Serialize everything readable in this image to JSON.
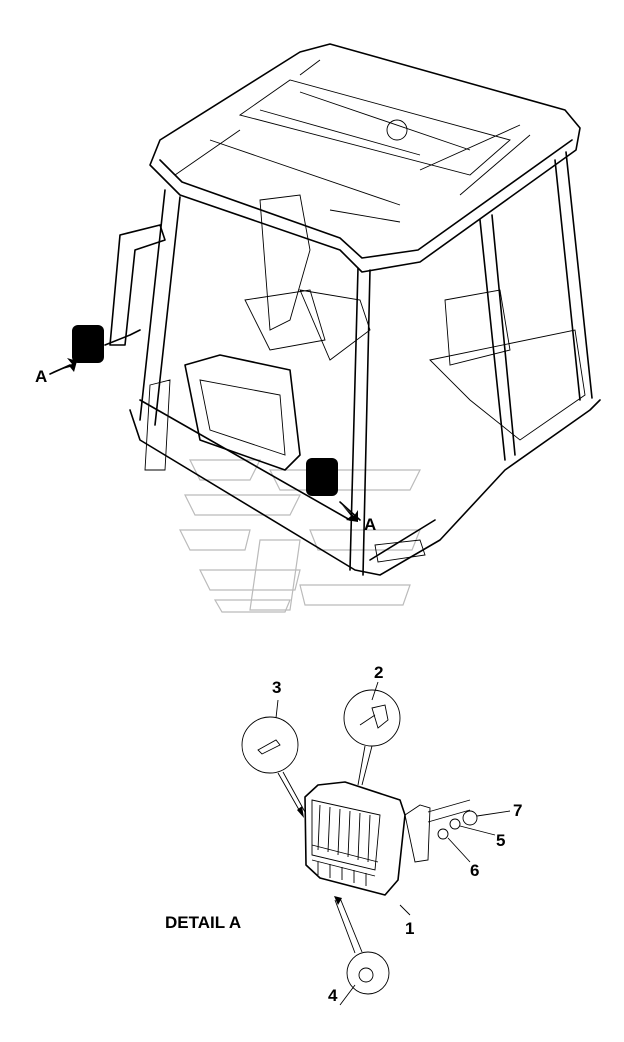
{
  "view_labels": {
    "arrow_left": "A",
    "arrow_right": "A"
  },
  "detail": {
    "title": "DETAIL A"
  },
  "callouts": {
    "c1": "1",
    "c2": "2",
    "c3": "3",
    "c4": "4",
    "c5": "5",
    "c6": "6",
    "c7": "7"
  },
  "colors": {
    "line": "#000000",
    "watermark": "#bbbbbb",
    "background": "#ffffff"
  }
}
